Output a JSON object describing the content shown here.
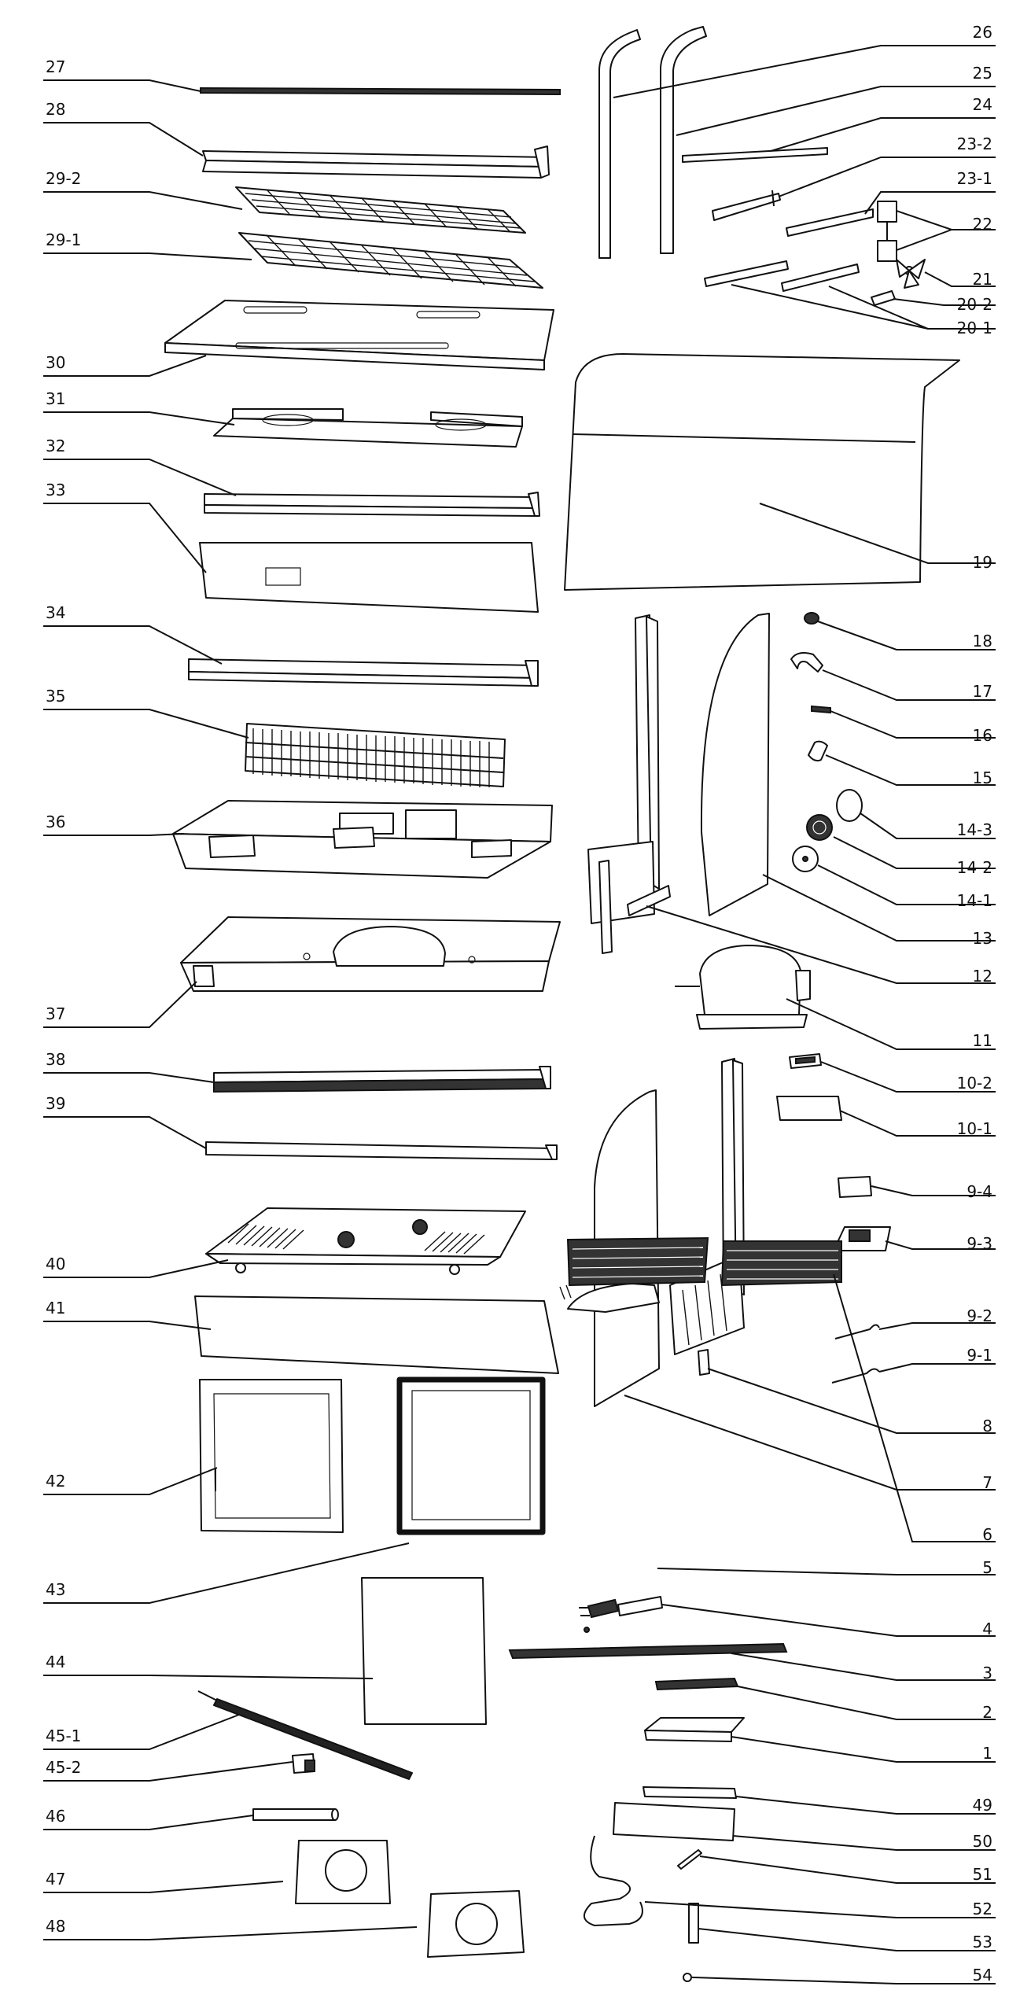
{
  "labels": {
    "p1": "1",
    "p2": "2",
    "p3": "3",
    "p4": "4",
    "p5": "5",
    "p6": "6",
    "p7": "7",
    "p8": "8",
    "p9_1": "9-1",
    "p9_2": "9-2",
    "p9_3": "9-3",
    "p9_4": "9-4",
    "p10_1": "10-1",
    "p10_2": "10-2",
    "p11": "11",
    "p12": "12",
    "p13": "13",
    "p14_1": "14-1",
    "p14_2": "14-2",
    "p14_3": "14-3",
    "p15": "15",
    "p16": "16",
    "p17": "17",
    "p18": "18",
    "p19": "19",
    "p20_1": "20-1",
    "p20_2": "20-2",
    "p21": "21",
    "p22": "22",
    "p23_1": "23-1",
    "p23_2": "23-2",
    "p24": "24",
    "p25": "25",
    "p26": "26",
    "p27": "27",
    "p28": "28",
    "p29_2": "29-2",
    "p29_1": "29-1",
    "p30": "30",
    "p31": "31",
    "p32": "32",
    "p33": "33",
    "p34": "34",
    "p35": "35",
    "p36": "36",
    "p37": "37",
    "p38": "38",
    "p39": "39",
    "p40": "40",
    "p41": "41",
    "p42": "42",
    "p43": "43",
    "p44": "44",
    "p45_1": "45-1",
    "p45_2": "45-2",
    "p46": "46",
    "p47": "47",
    "p48": "48",
    "p49": "49",
    "p50": "50",
    "p51": "51",
    "p52": "52",
    "p53": "53",
    "p54": "54"
  }
}
